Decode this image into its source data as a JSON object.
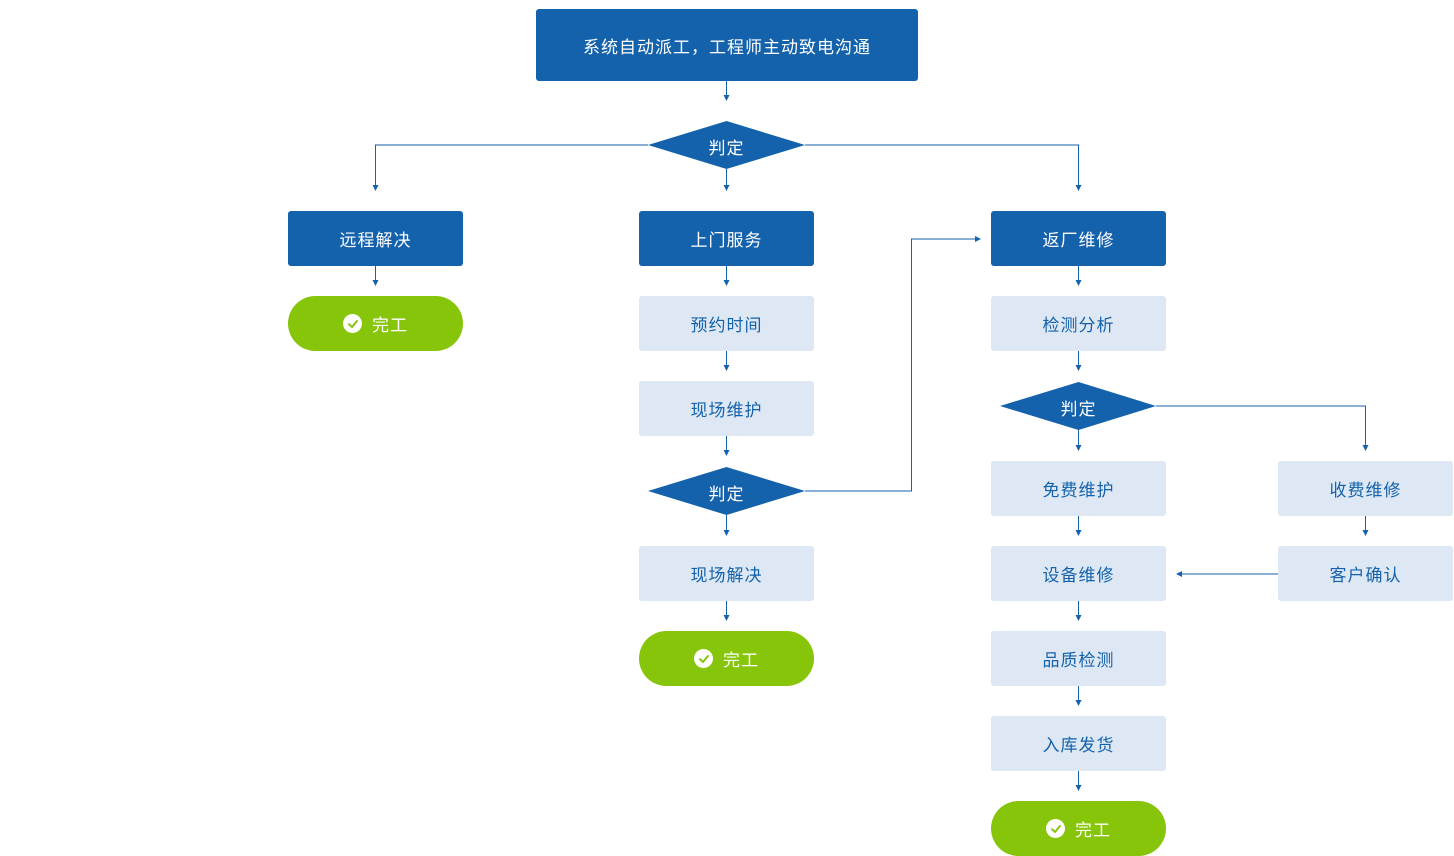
{
  "colors": {
    "dark": "#1462ac",
    "light": "#dde8f4",
    "done": "#86c50a",
    "line": "#1462ac"
  },
  "nodes": {
    "start": "系统自动派工，工程师主动致电沟通",
    "decision_main": "判定",
    "remote": "远程解决",
    "onsite": "上门服务",
    "return": "返厂维修",
    "done_remote": "完工",
    "appointment": "预约时间",
    "onsite_maint": "现场维护",
    "decision_onsite": "判定",
    "onsite_solved": "现场解决",
    "done_onsite": "完工",
    "inspect": "检测分析",
    "decision_return": "判定",
    "free_repair": "免费维护",
    "paid_repair": "收费维修",
    "device_repair": "设备维修",
    "customer_confirm": "客户确认",
    "quality_check": "品质检测",
    "ship": "入库发货",
    "done_return": "完工"
  },
  "icons": {
    "done": "check-circle-icon"
  }
}
